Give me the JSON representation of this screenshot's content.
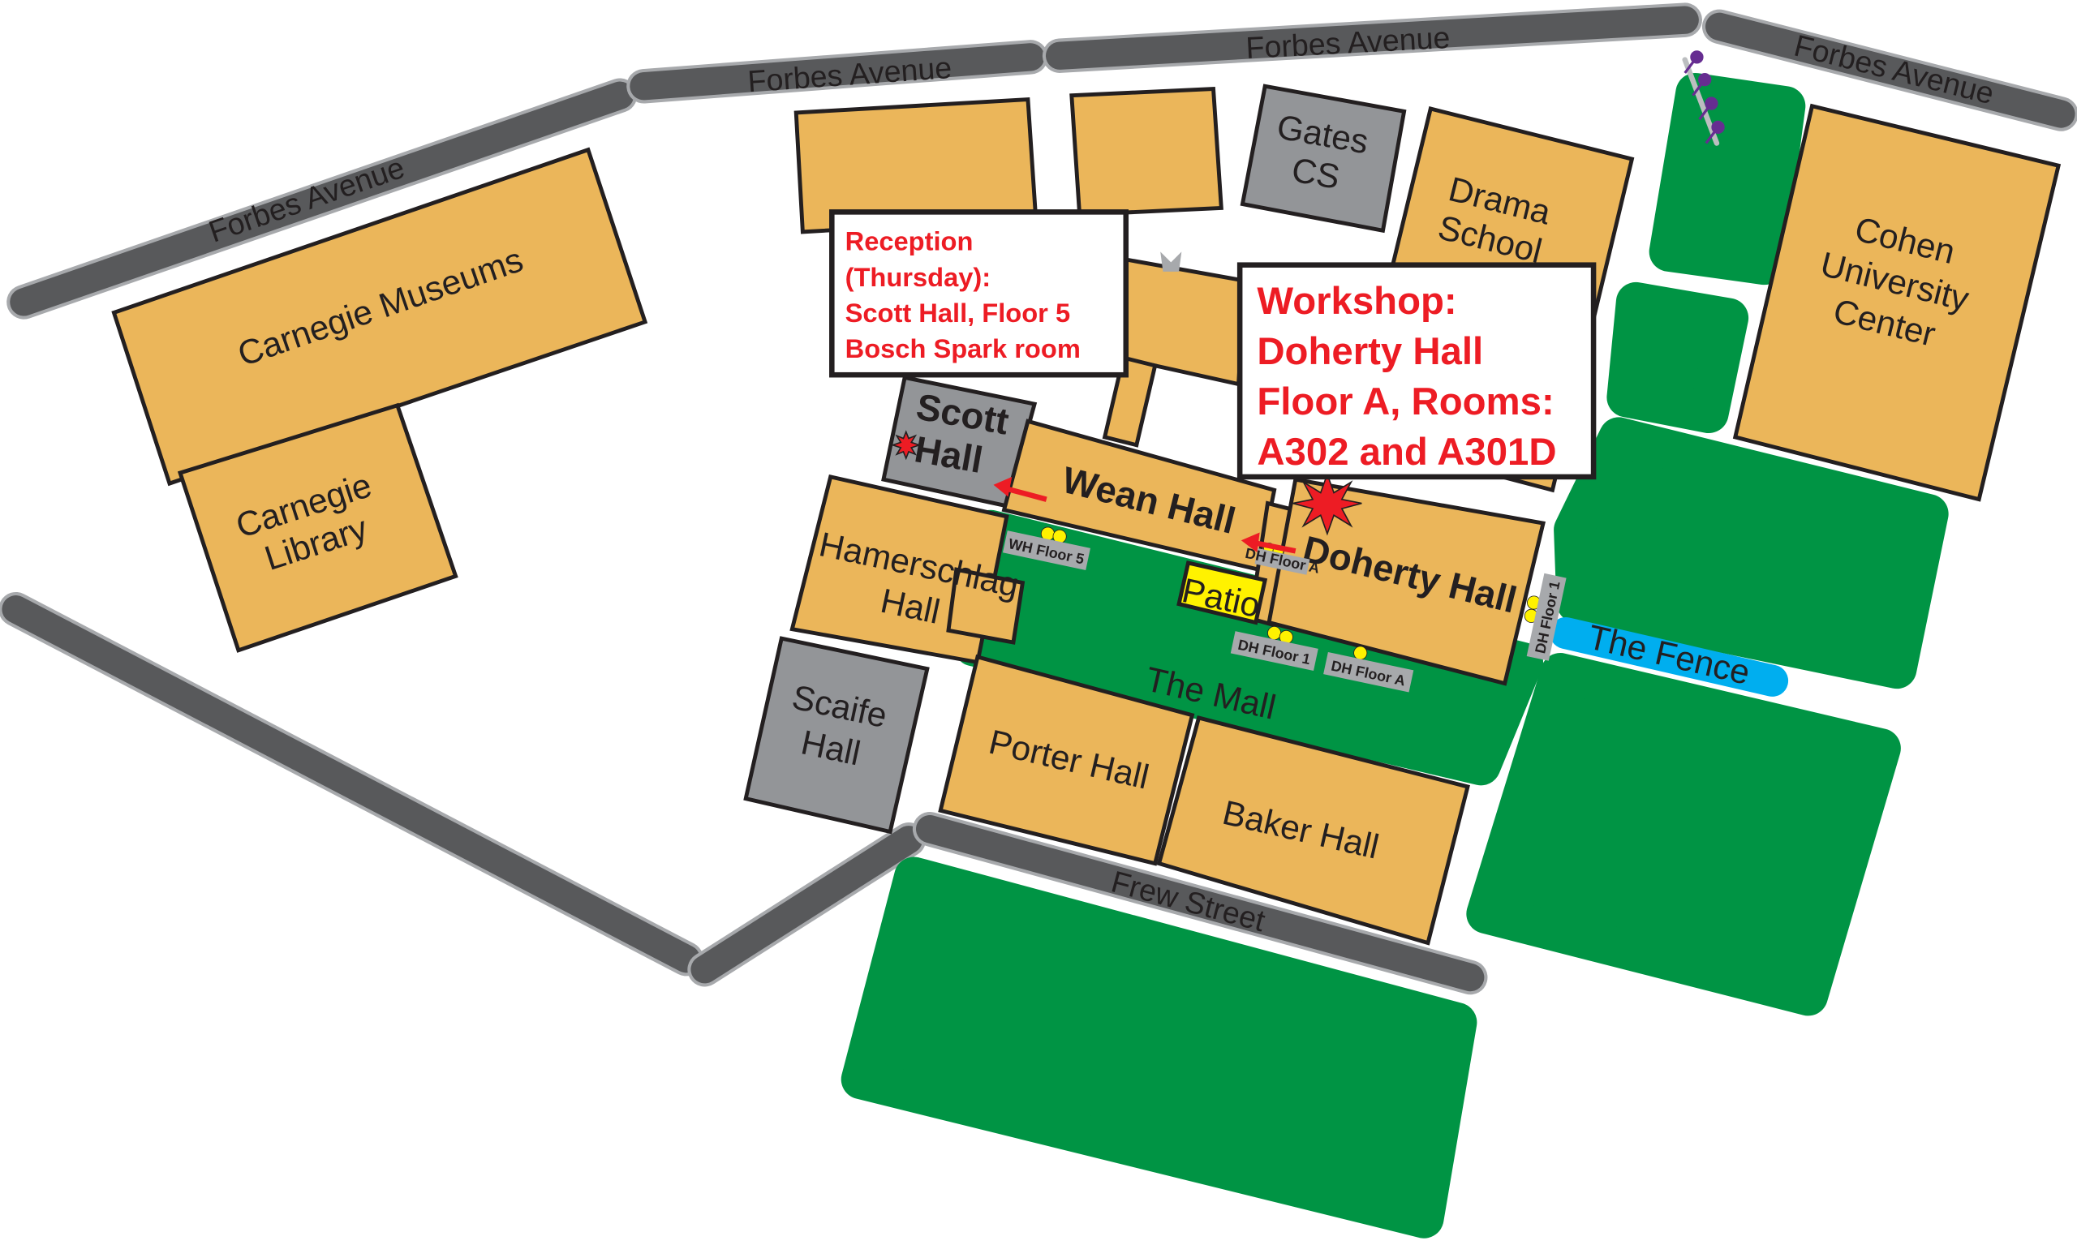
{
  "roads": {
    "forbes": "Forbes Avenue",
    "frew": "Frew Street"
  },
  "buildings": {
    "carnegie_museums": "Carnegie Museums",
    "carnegie_library": [
      "Carnegie",
      "Library"
    ],
    "gates": [
      "Gates",
      "CS"
    ],
    "drama": [
      "Drama",
      "School"
    ],
    "cohen": [
      "Cohen",
      "University",
      "Center"
    ],
    "scott": [
      "Scott",
      "Hall"
    ],
    "wean": "Wean Hall",
    "doherty": "Doherty Hall",
    "hamerschlag": [
      "Hamerschlag",
      "Hall"
    ],
    "scaife": [
      "Scaife",
      "Hall"
    ],
    "porter": "Porter Hall",
    "baker": "Baker Hall"
  },
  "areas": {
    "patio": "Patio",
    "mall": "The Mall",
    "fence": "The Fence"
  },
  "entrances": {
    "wh5": "WH Floor 5",
    "dha_small": "DH Floor A",
    "dh1": "DH Floor 1",
    "dha": "DH Floor A",
    "dh1_side": "DH Floor 1"
  },
  "callouts": {
    "reception": [
      "Reception",
      "(Thursday):",
      "Scott Hall, Floor 5",
      "Bosch Spark room"
    ],
    "workshop": [
      "Workshop:",
      "Doherty Hall",
      "Floor A, Rooms:",
      "A302 and A301D"
    ]
  },
  "colors": {
    "building": "#ebb65a",
    "green": "#009444",
    "road": "#58595b",
    "highlight": "#ed1c24",
    "fence": "#00aeef",
    "patio": "#fff200"
  }
}
